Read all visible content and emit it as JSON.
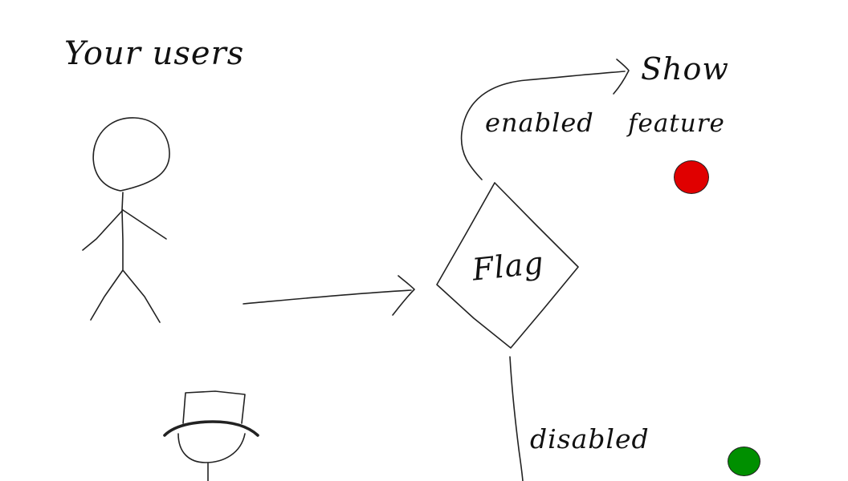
{
  "labels": {
    "your_users": "Your users",
    "show": "Show",
    "feature": "feature",
    "enabled": "enabled",
    "flag": "Flag",
    "disabled": "disabled"
  },
  "indicators": {
    "enabled_color": "#e00000",
    "disabled_color": "#008f00"
  }
}
